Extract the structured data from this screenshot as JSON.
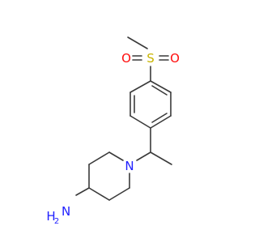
{
  "molecule": {
    "atoms": {
      "sulfur": "S",
      "oxygen_left": "O",
      "oxygen_right": "O",
      "nitrogen_ring": "N",
      "amine_n": "N",
      "amine_h": "H",
      "amine_sub": "2"
    },
    "colors": {
      "bond": "#3a3a3a",
      "sulfur": "#c8b400",
      "oxygen": "#ff0d0d",
      "nitrogen": "#2020ff"
    }
  }
}
